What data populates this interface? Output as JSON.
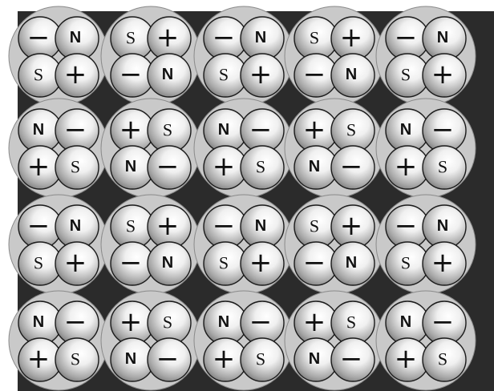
{
  "colors": {
    "background": "#2b2b2b",
    "outer_disk": "#c9c9c9",
    "ball_light": "#fbfbfb",
    "ball_dark": "#7a7a7a",
    "outline": "#1a1a1a"
  },
  "cell_patterns": {
    "A": [
      "−",
      "N",
      "S",
      "+"
    ],
    "B": [
      "S",
      "+",
      "−",
      "N"
    ],
    "C": [
      "N",
      "−",
      "+",
      "S"
    ],
    "D": [
      "+",
      "S",
      "N",
      "−"
    ]
  },
  "grid": [
    [
      "A",
      "B",
      "A",
      "B",
      "A"
    ],
    [
      "C",
      "D",
      "C",
      "D",
      "C"
    ],
    [
      "A",
      "B",
      "A",
      "B",
      "A"
    ],
    [
      "C",
      "D",
      "C",
      "D",
      "C"
    ]
  ]
}
